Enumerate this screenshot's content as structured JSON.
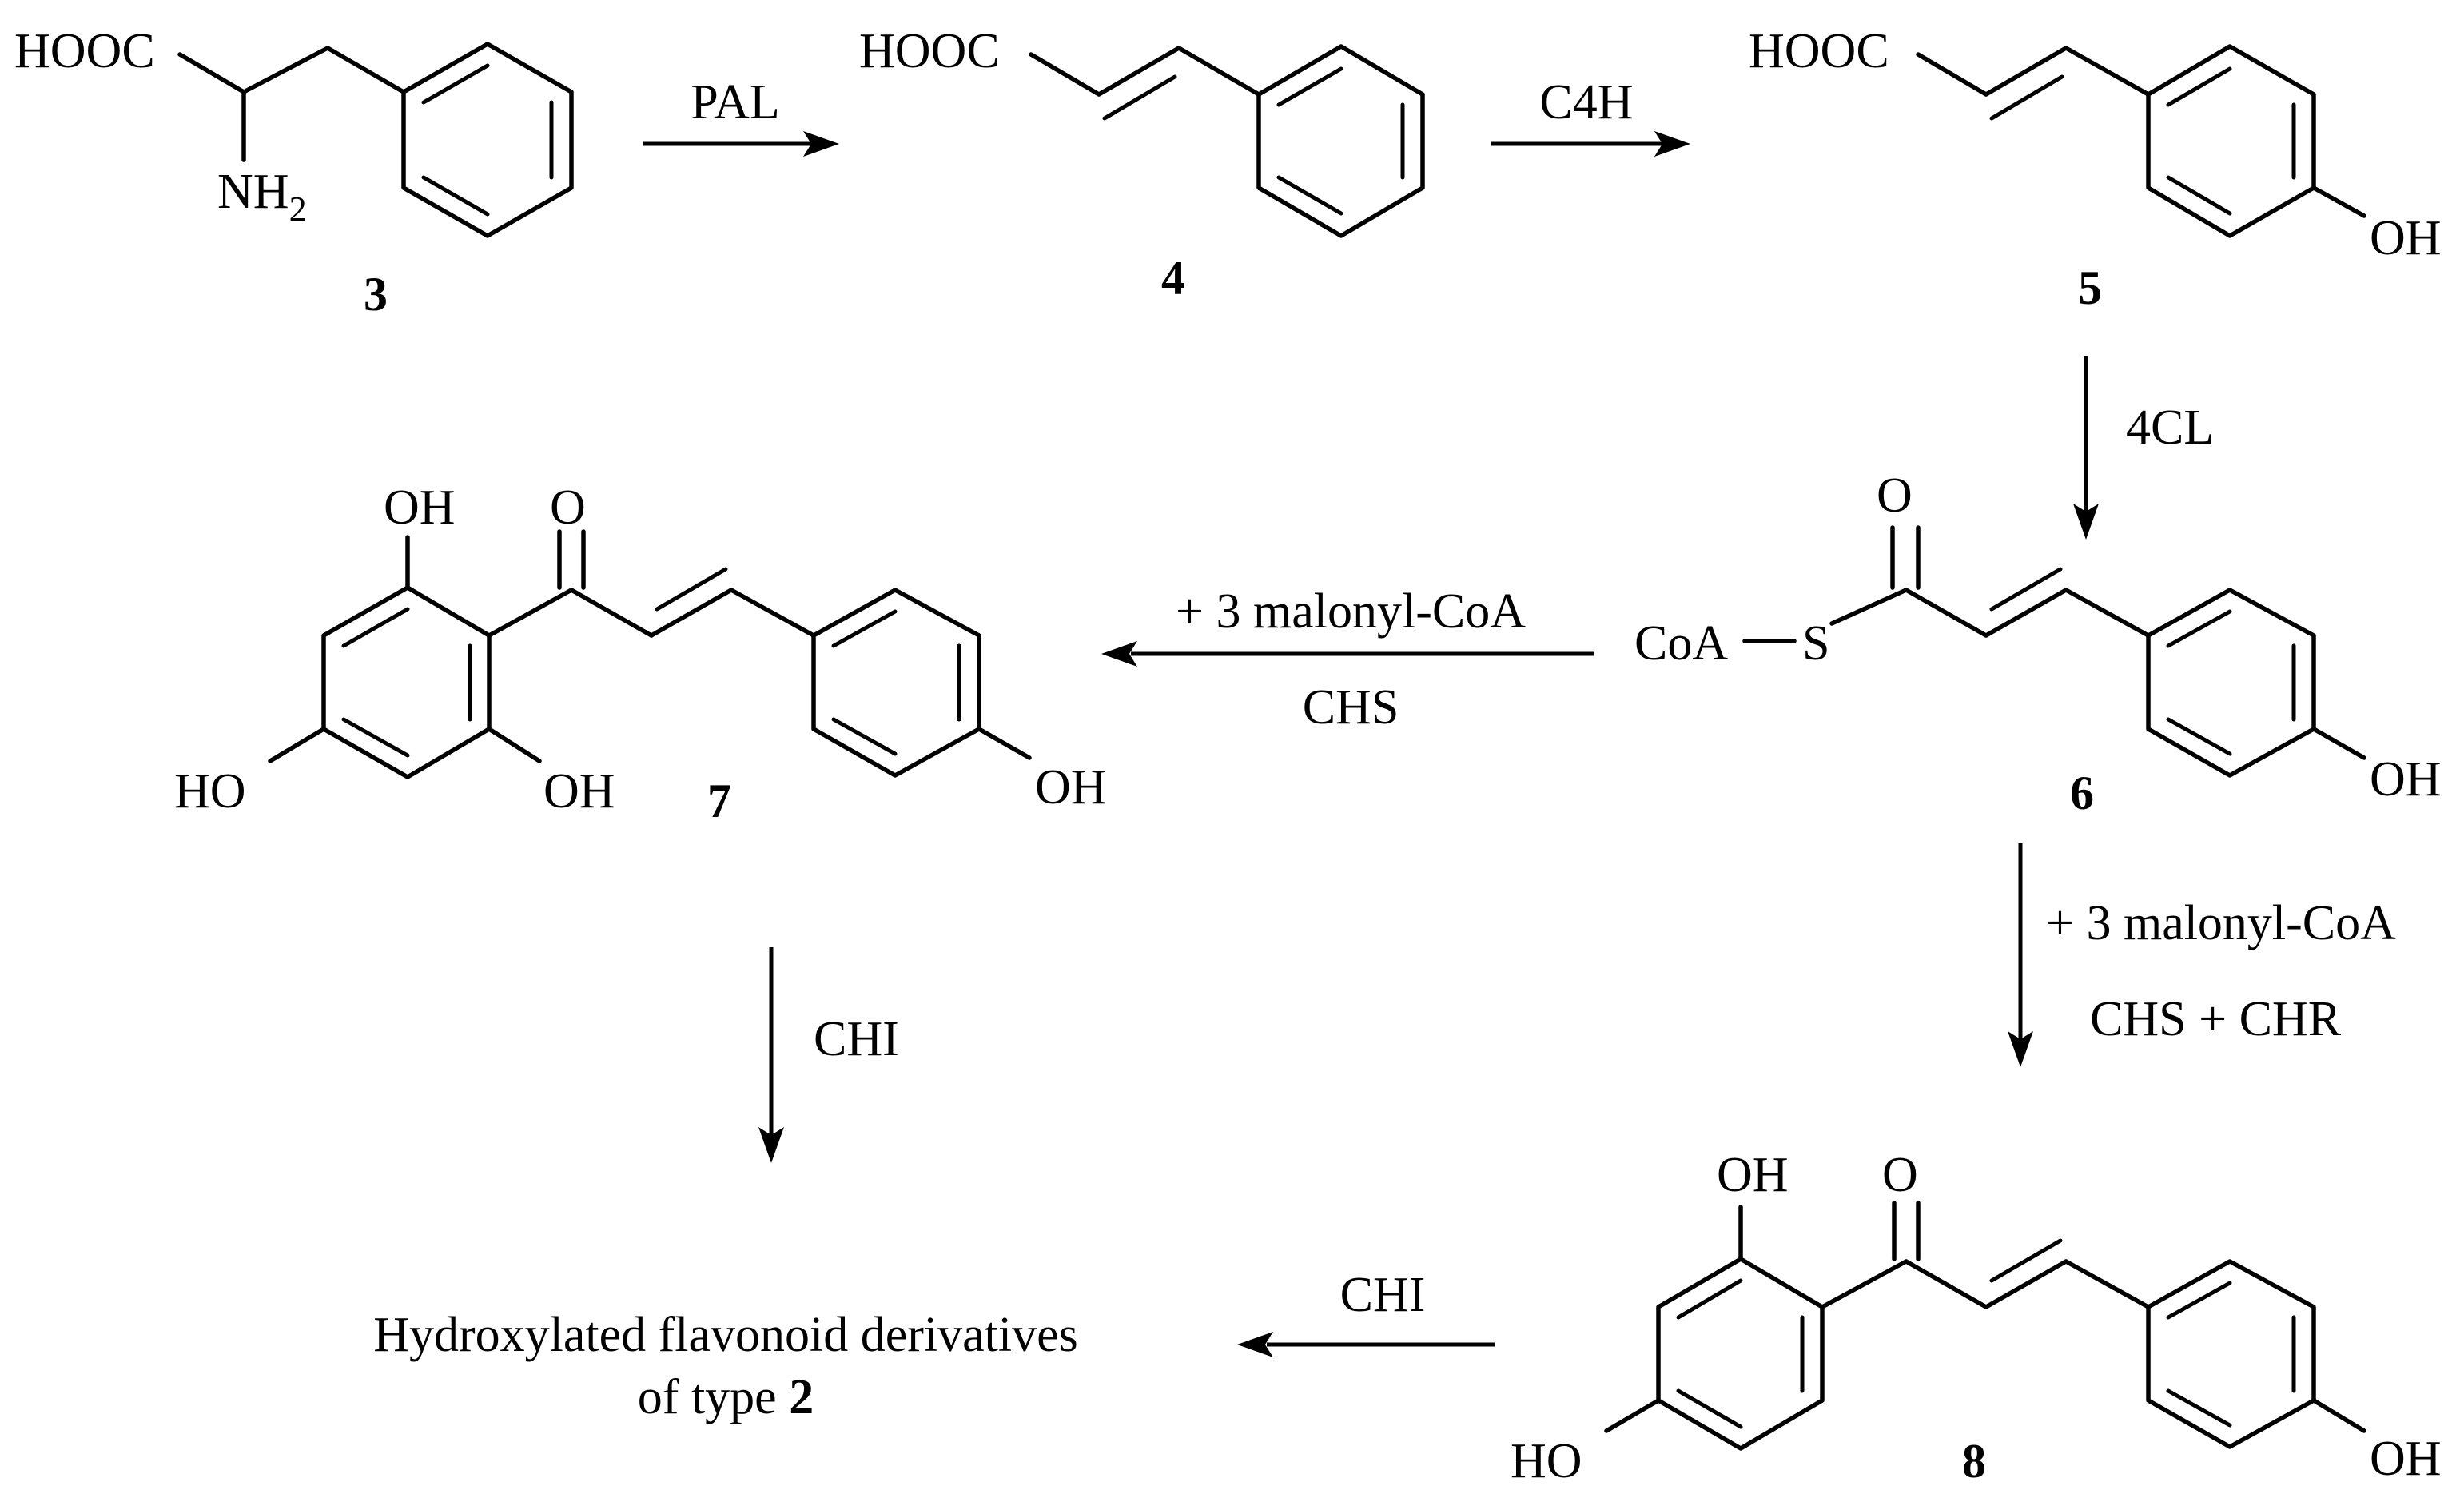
{
  "atoms": {
    "hooc": "HOOC",
    "nh": "NH",
    "nh_sub": "2",
    "oh": "OH",
    "ho": "HO",
    "o": "O",
    "coa": "CoA",
    "s": "S"
  },
  "compounds": {
    "c3": "3",
    "c4": "4",
    "c5": "5",
    "c6": "6",
    "c7": "7",
    "c8": "8"
  },
  "enzymes": {
    "pal": "PAL",
    "c4h": "C4H",
    "fourcl": "4CL",
    "malonyl_a": "+ 3 malonyl-CoA",
    "chs": "CHS",
    "malonyl_b": "+ 3 malonyl-CoA",
    "chs_chr": "CHS + CHR",
    "chi_a": "CHI",
    "chi_b": "CHI"
  },
  "product": {
    "line1": "Hydroxylated flavonoid derivatives",
    "line2_prefix": "of type ",
    "line2_number": "2"
  }
}
